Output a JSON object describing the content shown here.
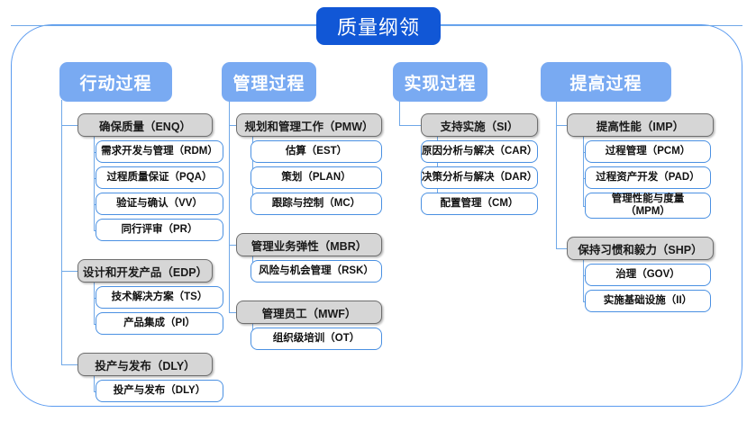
{
  "diagram": {
    "title": "质量纲领",
    "title_color": "#1157d6",
    "header_color": "#79aaf2",
    "group_color": "#d6d6d6",
    "leaf_border_color": "#4a90e2",
    "connector_color": "#6fa8e8",
    "frame_color": "#5b9bf0",
    "columns": [
      {
        "header": "行动过程",
        "groups": [
          {
            "label": "确保质量（ENQ）",
            "children": [
              "需求开发与管理（RDM）",
              "过程质量保证（PQA）",
              "验证与确认（VV）",
              "同行评审（PR）"
            ]
          },
          {
            "label": "设计和开发产品（EDP）",
            "children": [
              "技术解决方案（TS）",
              "产品集成（PI）"
            ]
          },
          {
            "label": "投产与发布（DLY）",
            "children": [
              "投产与发布（DLY）"
            ]
          }
        ]
      },
      {
        "header": "管理过程",
        "groups": [
          {
            "label": "规划和管理工作（PMW）",
            "children": [
              "估算（EST）",
              "策划（PLAN）",
              "跟踪与控制（MC）"
            ]
          },
          {
            "label": "管理业务弹性（MBR）",
            "children": [
              "风险与机会管理（RSK）"
            ]
          },
          {
            "label": "管理员工（MWF）",
            "children": [
              "组织级培训（OT）"
            ]
          }
        ]
      },
      {
        "header": "实现过程",
        "groups": [
          {
            "label": "支持实施（SI）",
            "children": [
              "原因分析与解决（CAR）",
              "决策分析与解决（DAR）",
              "配置管理（CM）"
            ]
          }
        ]
      },
      {
        "header": "提高过程",
        "groups": [
          {
            "label": "提高性能（IMP）",
            "children": [
              "过程管理（PCM）",
              "过程资产开发（PAD）",
              "管理性能与度量\n（MPM）"
            ]
          },
          {
            "label": "保持习惯和毅力（SHP）",
            "children": [
              "治理（GOV）",
              "实施基础设施（II）"
            ]
          }
        ]
      }
    ]
  }
}
